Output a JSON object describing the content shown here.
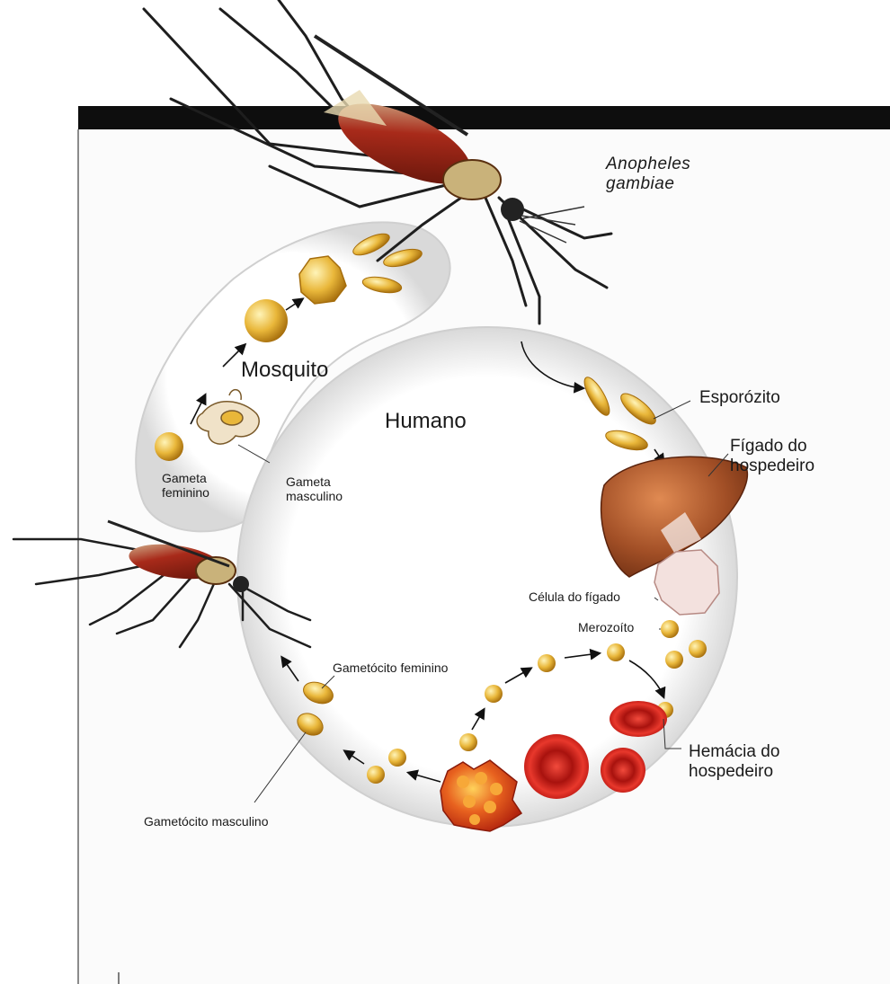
{
  "labels": {
    "species": [
      "Anopheles",
      "gambiae"
    ],
    "mosquito": "Mosquito",
    "human": "Humano",
    "sporozoite": "Esporózito",
    "host_liver": [
      "Fígado do",
      "hospedeiro"
    ],
    "liver_cell": "Célula do fígado",
    "merozoite": "Merozoíto",
    "host_rbc": [
      "Hemácia do",
      "hospedeiro"
    ],
    "female_gametocyte": "Gametócito feminino",
    "male_gametocyte": "Gametócito masculino",
    "female_gamete": [
      "Gameta",
      "feminino"
    ],
    "male_gamete": [
      "Gameta",
      "masculino"
    ]
  },
  "colors": {
    "frame_bar": "#0e0e0e",
    "frame_line": "#555555",
    "loop_fill": "#ffffff",
    "loop_edge": "#c8c8c8",
    "parasite": "#e9b73a",
    "parasite_dark": "#b77e10",
    "liver": "#9c4d25",
    "rbc": "#c81e18",
    "schizont": "#d9431b",
    "mosquito_body": "#8a1f14",
    "mosquito_leg": "#1e1e1e"
  },
  "icons": {
    "mosquito_large": "mosquito-icon",
    "mosquito_small": "mosquito-icon",
    "liver": "liver-icon",
    "red_blood_cell": "red-blood-cell-icon",
    "schizont": "schizont-icon"
  }
}
